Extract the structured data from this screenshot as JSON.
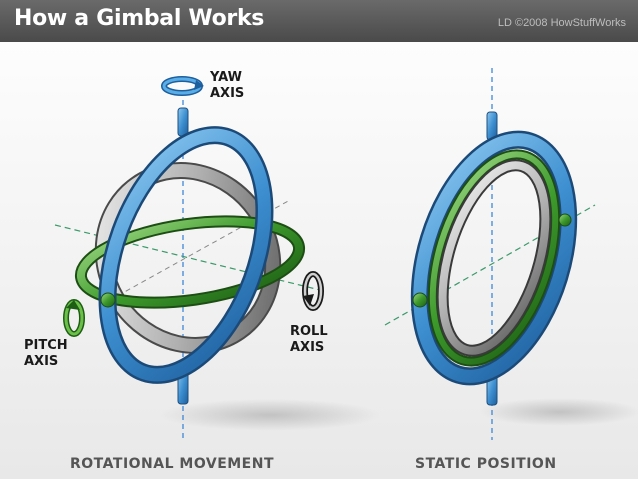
{
  "header": {
    "title": "How a Gimbal Works",
    "credit": "LD ©2008 HowStuffWorks"
  },
  "labels": {
    "yaw": [
      "YAW",
      "AXIS"
    ],
    "pitch": [
      "PITCH",
      "AXIS"
    ],
    "roll": [
      "ROLL",
      "AXIS"
    ]
  },
  "captions": {
    "left": "ROTATIONAL MOVEMENT",
    "right": "STATIC POSITION"
  },
  "colors": {
    "outer_ring": "#4a9bd6",
    "middle_ring": "#c9c9c9",
    "inner_ring": "#3c9a2c",
    "axis_line": "#2f7fd6",
    "pitch_axis_line": "#3a9a6a"
  }
}
